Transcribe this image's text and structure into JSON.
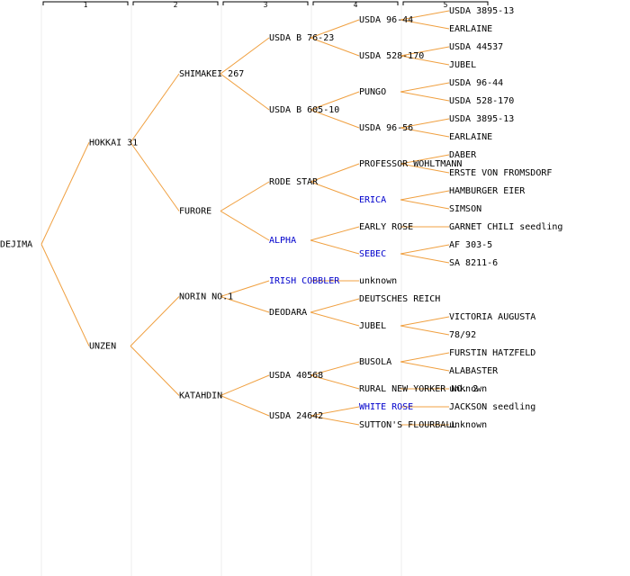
{
  "columns": [
    "1",
    "2",
    "3",
    "4",
    "5"
  ],
  "colors": {
    "edge": "#f0a040",
    "link": "#0000cc",
    "text": "#000000"
  },
  "nodes": [
    {
      "id": "n0",
      "label": "DEJIMA",
      "gen": 0,
      "parent": null
    },
    {
      "id": "n1",
      "label": "HOKKAI 31",
      "gen": 1,
      "parent": "n0"
    },
    {
      "id": "n2",
      "label": "UNZEN",
      "gen": 1,
      "parent": "n0"
    },
    {
      "id": "n3",
      "label": "SHIMAKEI 267",
      "gen": 2,
      "parent": "n1"
    },
    {
      "id": "n4",
      "label": "FURORE",
      "gen": 2,
      "parent": "n1"
    },
    {
      "id": "n5",
      "label": "NORIN NO.1",
      "gen": 2,
      "parent": "n2"
    },
    {
      "id": "n6",
      "label": "KATAHDIN",
      "gen": 2,
      "parent": "n2"
    },
    {
      "id": "n7",
      "label": "USDA B 76-23",
      "gen": 3,
      "parent": "n3"
    },
    {
      "id": "n8",
      "label": "USDA B 605-10",
      "gen": 3,
      "parent": "n3"
    },
    {
      "id": "n9",
      "label": "RODE STAR",
      "gen": 3,
      "parent": "n4"
    },
    {
      "id": "n10",
      "label": "ALPHA",
      "gen": 3,
      "parent": "n4",
      "link": true
    },
    {
      "id": "n11",
      "label": "IRISH COBBLER",
      "gen": 3,
      "parent": "n5",
      "link": true
    },
    {
      "id": "n12",
      "label": "DEODARA",
      "gen": 3,
      "parent": "n5"
    },
    {
      "id": "n13",
      "label": "USDA 40568",
      "gen": 3,
      "parent": "n6"
    },
    {
      "id": "n14",
      "label": "USDA 24642",
      "gen": 3,
      "parent": "n6"
    },
    {
      "id": "n15",
      "label": "USDA 96-44",
      "gen": 4,
      "parent": "n7"
    },
    {
      "id": "n16",
      "label": "USDA 528-170",
      "gen": 4,
      "parent": "n7"
    },
    {
      "id": "n17",
      "label": "PUNGO",
      "gen": 4,
      "parent": "n8"
    },
    {
      "id": "n18",
      "label": "USDA 96-56",
      "gen": 4,
      "parent": "n8"
    },
    {
      "id": "n19",
      "label": "PROFESSOR WOHLTMANN",
      "gen": 4,
      "parent": "n9"
    },
    {
      "id": "n20",
      "label": "ERICA",
      "gen": 4,
      "parent": "n9",
      "link": true
    },
    {
      "id": "n21",
      "label": "EARLY ROSE",
      "gen": 4,
      "parent": "n10"
    },
    {
      "id": "n22",
      "label": "SEBEC",
      "gen": 4,
      "parent": "n10",
      "link": true
    },
    {
      "id": "n23",
      "label": "unknown",
      "gen": 4,
      "parent": "n11"
    },
    {
      "id": "n24",
      "label": "DEUTSCHES REICH",
      "gen": 4,
      "parent": "n12"
    },
    {
      "id": "n25",
      "label": "JUBEL",
      "gen": 4,
      "parent": "n12"
    },
    {
      "id": "n26",
      "label": "BUSOLA",
      "gen": 4,
      "parent": "n13"
    },
    {
      "id": "n27",
      "label": "RURAL NEW YORKER NO. 2",
      "gen": 4,
      "parent": "n13"
    },
    {
      "id": "n28",
      "label": "WHITE ROSE",
      "gen": 4,
      "parent": "n14",
      "link": true
    },
    {
      "id": "n29",
      "label": "SUTTON'S FLOURBALL",
      "gen": 4,
      "parent": "n14"
    },
    {
      "id": "n30",
      "label": "USDA 3895-13",
      "gen": 5,
      "parent": "n15"
    },
    {
      "id": "n31",
      "label": "EARLAINE",
      "gen": 5,
      "parent": "n15"
    },
    {
      "id": "n32",
      "label": "USDA 44537",
      "gen": 5,
      "parent": "n16"
    },
    {
      "id": "n33",
      "label": "JUBEL",
      "gen": 5,
      "parent": "n16"
    },
    {
      "id": "n34",
      "label": "USDA 96-44",
      "gen": 5,
      "parent": "n17"
    },
    {
      "id": "n35",
      "label": "USDA 528-170",
      "gen": 5,
      "parent": "n17"
    },
    {
      "id": "n36",
      "label": "USDA 3895-13",
      "gen": 5,
      "parent": "n18"
    },
    {
      "id": "n37",
      "label": "EARLAINE",
      "gen": 5,
      "parent": "n18"
    },
    {
      "id": "n38",
      "label": "DABER",
      "gen": 5,
      "parent": "n19"
    },
    {
      "id": "n39",
      "label": "ERSTE VON FROMSDORF",
      "gen": 5,
      "parent": "n19"
    },
    {
      "id": "n40",
      "label": "HAMBURGER EIER",
      "gen": 5,
      "parent": "n20"
    },
    {
      "id": "n41",
      "label": "SIMSON",
      "gen": 5,
      "parent": "n20"
    },
    {
      "id": "n42",
      "label": "GARNET CHILI seedling",
      "gen": 5,
      "parent": "n21"
    },
    {
      "id": "n43",
      "label": "AF 303-5",
      "gen": 5,
      "parent": "n22"
    },
    {
      "id": "n44",
      "label": "SA 8211-6",
      "gen": 5,
      "parent": "n22"
    },
    {
      "id": "n45",
      "label": "VICTORIA AUGUSTA",
      "gen": 5,
      "parent": "n25"
    },
    {
      "id": "n46",
      "label": "78/92",
      "gen": 5,
      "parent": "n25"
    },
    {
      "id": "n47",
      "label": "FURSTIN HATZFELD",
      "gen": 5,
      "parent": "n26"
    },
    {
      "id": "n48",
      "label": "ALABASTER",
      "gen": 5,
      "parent": "n26"
    },
    {
      "id": "n49",
      "label": "unknown",
      "gen": 5,
      "parent": "n27"
    },
    {
      "id": "n50",
      "label": "JACKSON seedling",
      "gen": 5,
      "parent": "n28"
    },
    {
      "id": "n51",
      "label": "unknown",
      "gen": 5,
      "parent": "n29"
    }
  ]
}
